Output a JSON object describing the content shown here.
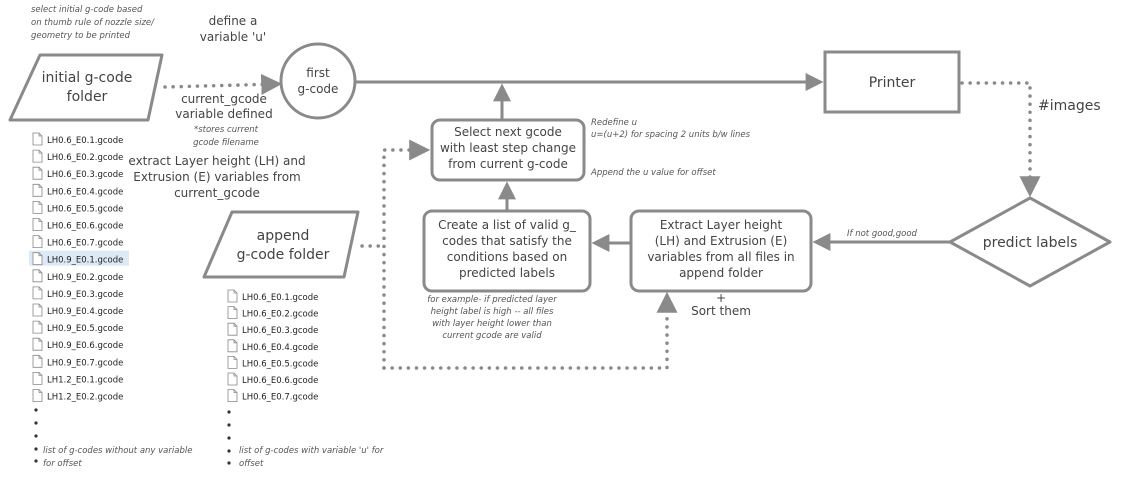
{
  "notes": {
    "top_left": [
      "select initial g-code based",
      "on thumb rule of nozzle size/",
      "geometry to be printed"
    ],
    "define_u": [
      "define a",
      "variable 'u'"
    ],
    "current_gcode": [
      "current_gcode",
      "variable defined"
    ],
    "stores_current": [
      "*stores current",
      "gcode filename"
    ],
    "extract_lh": [
      "extract Layer height (LH) and",
      "Extrusion (E) variables from",
      "current_gcode"
    ],
    "redefine_u": [
      "Redefine u",
      "u=(u+2) for spacing 2 units b/w lines"
    ],
    "append_u": "Append the u value for offset",
    "for_example": [
      "for example- if predicted layer",
      "height label is high -- all files",
      "with layer height lower than",
      "current gcode  are valid"
    ],
    "sort_them": [
      "+",
      "Sort them"
    ],
    "if_not_good": "If not good,good",
    "images": "#images",
    "list_without": [
      "list of g-codes without any variable",
      "for offset"
    ],
    "list_with": [
      "list of g-codes with variable 'u' for",
      "offset"
    ]
  },
  "nodes": {
    "initial_folder": [
      "initial g-code",
      "folder"
    ],
    "first_gcode": [
      "first",
      "g-code"
    ],
    "printer": "Printer",
    "predict_labels": "predict labels",
    "select_next": [
      "Select next gcode",
      "with least step change",
      "from current g-code"
    ],
    "create_list": [
      "Create a list of valid g_",
      "codes that satisfy the",
      "conditions based on",
      "predicted labels"
    ],
    "extract_all": [
      "Extract Layer height",
      "(LH) and Extrusion (E)",
      "variables from all files in",
      "append folder"
    ],
    "append_folder": [
      "append",
      "g-code folder"
    ]
  },
  "initial_files": [
    "LH0.6_E0.1.gcode",
    "LH0.6_E0.2.gcode",
    "LH0.6_E0.3.gcode",
    "LH0.6_E0.4.gcode",
    "LH0.6_E0.5.gcode",
    "LH0.6_E0.6.gcode",
    "LH0.6_E0.7.gcode",
    "LH0.9_E0.1.gcode",
    "LH0.9_E0.2.gcode",
    "LH0.9_E0.3.gcode",
    "LH0.9_E0.4.gcode",
    "LH0.9_E0.5.gcode",
    "LH0.9_E0.6.gcode",
    "LH0.9_E0.7.gcode",
    "LH1.2_E0.1.gcode",
    "LH1.2_E0.2.gcode"
  ],
  "initial_files_selected": "LH0.9_E0.1.gcode",
  "append_files": [
    "LH0.6_E0.1.gcode",
    "LH0.6_E0.2.gcode",
    "LH0.6_E0.3.gcode",
    "LH0.6_E0.4.gcode",
    "LH0.6_E0.5.gcode",
    "LH0.6_E0.6.gcode",
    "LH0.6_E0.7.gcode"
  ],
  "icons": {
    "file": "file-icon",
    "bullet": "bullet-dot-icon"
  },
  "colors": {
    "stroke": "#8a8a8a",
    "text": "#444444",
    "highlight": "#dde9f7"
  }
}
